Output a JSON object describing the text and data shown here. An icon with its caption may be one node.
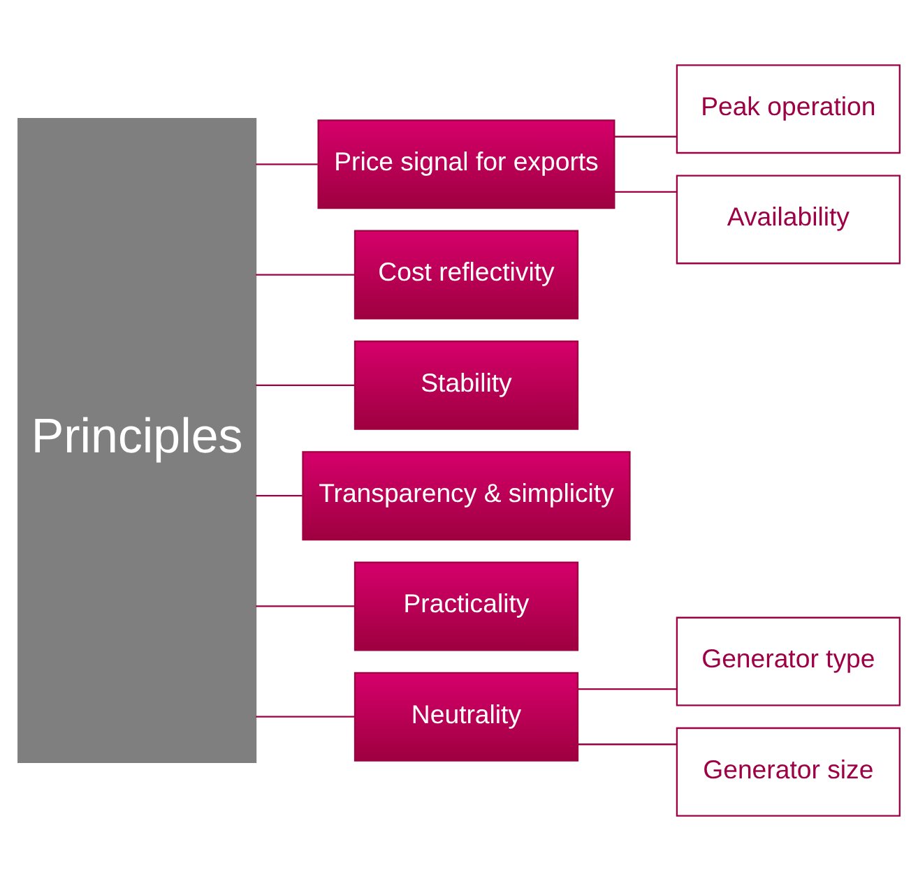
{
  "diagram": {
    "nodes": [
      {
        "text": [
          "Principles"
        ]
      },
      {
        "text": [
          "Price signal for exports"
        ]
      },
      {
        "text": [
          "Cost reflectivity"
        ]
      },
      {
        "text": [
          "Stability"
        ]
      },
      {
        "text": [
          "Transparency & simplicity"
        ]
      },
      {
        "text": [
          "Practicality"
        ]
      },
      {
        "text": [
          "Neutrality"
        ]
      },
      {
        "text": [
          "Peak operation"
        ]
      },
      {
        "text": [
          "Availability"
        ]
      },
      {
        "text": [
          "Generator type"
        ]
      },
      {
        "text": [
          "Generator size"
        ]
      }
    ],
    "edges": [
      {
        "from": 0,
        "to": 1,
        "arrow": "none"
      },
      {
        "from": 0,
        "to": 2,
        "arrow": "none"
      },
      {
        "from": 0,
        "to": 3,
        "arrow": "none"
      },
      {
        "from": 0,
        "to": 4,
        "arrow": "none"
      },
      {
        "from": 0,
        "to": 5,
        "arrow": "none"
      },
      {
        "from": 0,
        "to": 6,
        "arrow": "none"
      },
      {
        "from": 1,
        "to": 7,
        "arrow": "none"
      },
      {
        "from": 1,
        "to": 8,
        "arrow": "none"
      },
      {
        "from": 6,
        "to": 9,
        "arrow": "none"
      },
      {
        "from": 6,
        "to": 10,
        "arrow": "none"
      }
    ]
  }
}
